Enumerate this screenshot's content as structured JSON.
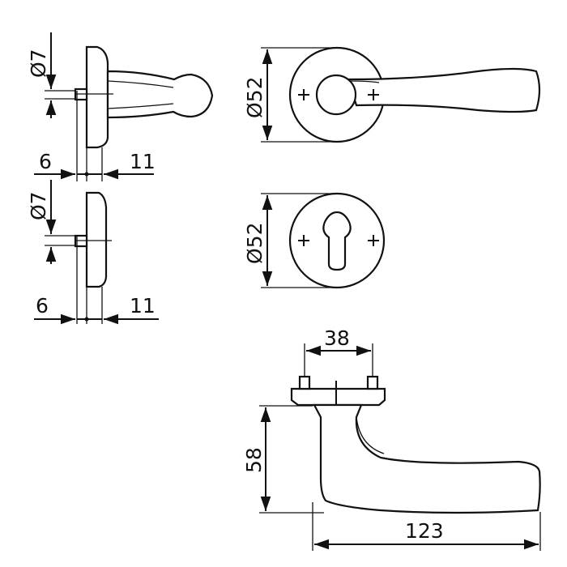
{
  "labels": {
    "side_top_diameter": "Ø7",
    "side_top_left": "6",
    "side_top_right": "11",
    "side_bottom_diameter": "Ø7",
    "side_bottom_left": "6",
    "side_bottom_right": "11",
    "front_top_diameter": "Ø52",
    "front_bottom_diameter": "Ø52",
    "plan_width": "38",
    "plan_height": "58",
    "plan_length": "123"
  },
  "colors": {
    "line": "#111111",
    "background": "#ffffff"
  }
}
